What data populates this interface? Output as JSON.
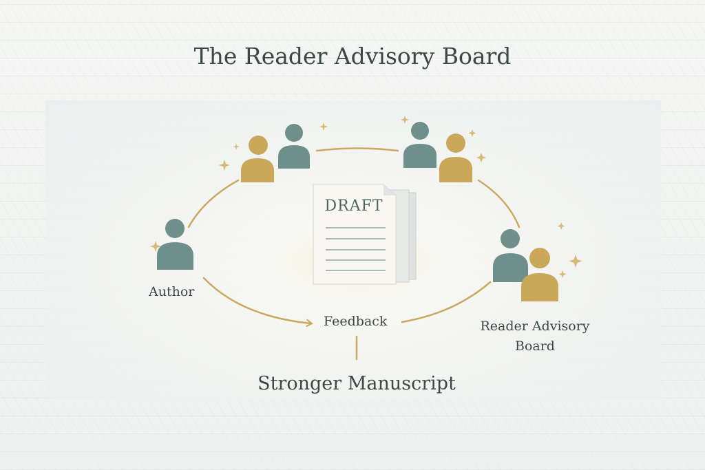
{
  "title": "The Reader Advisory Board",
  "document": {
    "label": "DRAFT"
  },
  "labels": {
    "author": "Author",
    "feedback": "Feedback",
    "board": "Reader Advisory Board",
    "outcome": "Stronger Manuscript"
  },
  "colors": {
    "teal": "#6f8f8c",
    "gold": "#c9a85a",
    "text": "#3b4846",
    "line": "#c9a860"
  }
}
